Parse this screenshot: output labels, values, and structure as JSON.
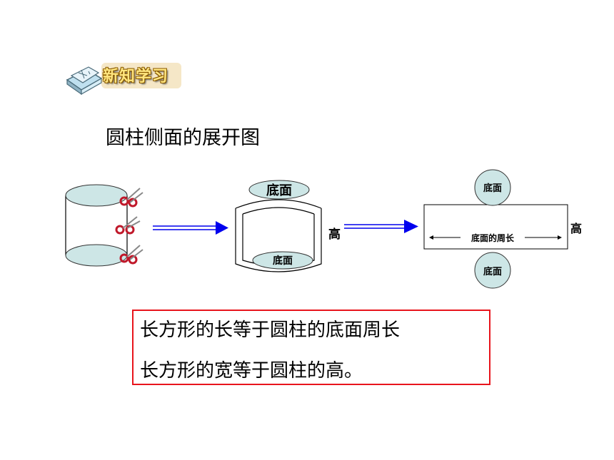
{
  "header": {
    "badge_label": "新知学习",
    "badge_icon": "book-icon"
  },
  "title": "圆柱侧面的展开图",
  "diagram": {
    "open_cylinder_top_label": "底面",
    "open_cylinder_bottom_label": "底面",
    "open_cylinder_height_label": "高",
    "rect_top_circle_label": "底面",
    "rect_bottom_circle_label": "底面",
    "rect_length_label": "底面的周长",
    "rect_height_label": "高",
    "colors": {
      "circle_fill": "#cde6e6",
      "arrow": "#0000ee",
      "scissors": "#c0182a"
    }
  },
  "conclusion": {
    "line1": "长方形的长等于圆柱的底面周长",
    "line2": "长方形的宽等于圆柱的高。",
    "border_color": "#e8141c"
  }
}
